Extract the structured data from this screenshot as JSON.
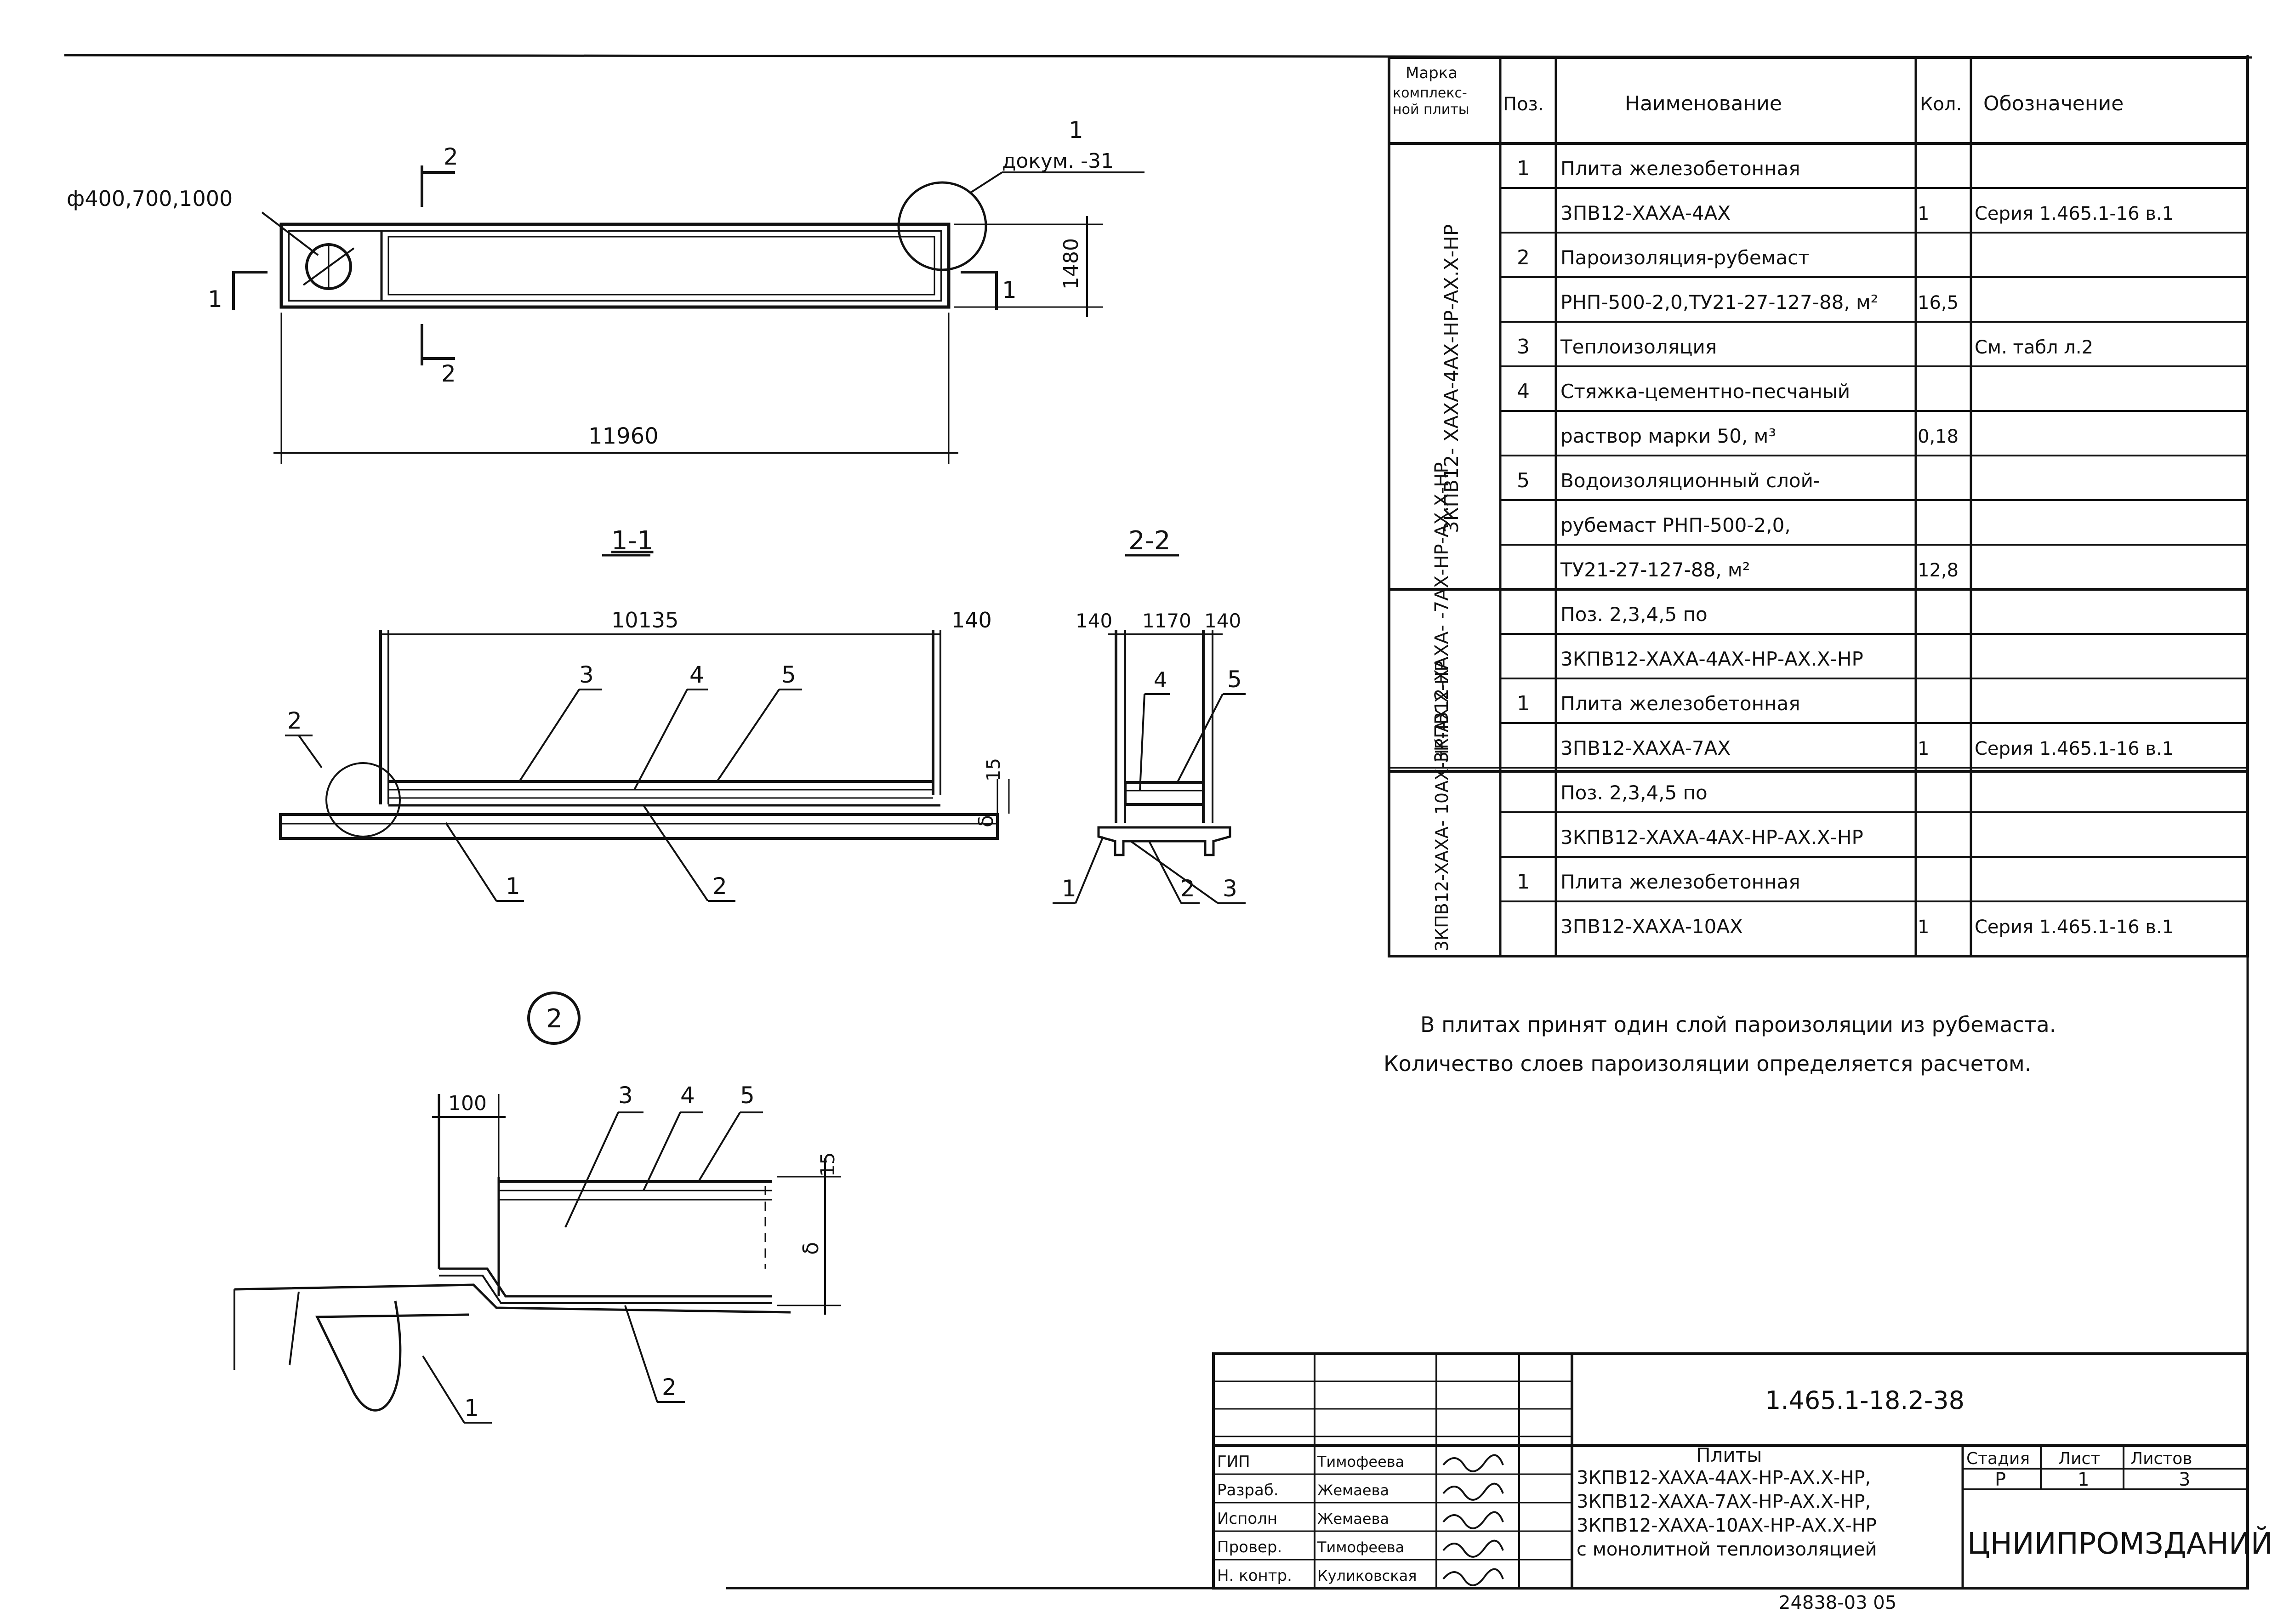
{
  "drawing": {
    "plan": {
      "dim_length": "11960",
      "dim_width": "1480",
      "hole_label": "ф400,700,1000",
      "section_11": "1",
      "section_22": "2",
      "callout_num": "1",
      "callout_ref": "докум. -31"
    },
    "section_1_1": {
      "title": "1-1",
      "dim_inner": "10135",
      "dim_edge": "140",
      "dim_15": "15",
      "delta": "δ",
      "pos": [
        "1",
        "2",
        "3",
        "4",
        "5"
      ],
      "detail_ref": "2"
    },
    "section_2_2": {
      "title": "2-2",
      "dim_left": "140",
      "dim_mid": "1170",
      "dim_right": "140",
      "pos": [
        "1",
        "2",
        "3",
        "4",
        "5"
      ]
    },
    "detail_2": {
      "mark": "2",
      "dim_100": "100",
      "dim_15": "15",
      "delta": "δ",
      "pos": [
        "1",
        "2",
        "3",
        "4",
        "5"
      ]
    }
  },
  "spec_table": {
    "headers": [
      "Марка комплекс-ной плиты",
      "Поз.",
      "Наименование",
      "Кол.",
      "Обозначение"
    ],
    "groups": [
      {
        "mark": "3КПВ12- ХАХА-4АХ-НР-АХ.Х-НР"
      },
      {
        "mark": "3КПВ12-ХАХА- -7АХ-НР-АХ.Х-НР"
      },
      {
        "mark": "3КПВ12-ХАХА- 10АХ-НР-АХ.Х-НР"
      }
    ],
    "rows": [
      {
        "pos": "1",
        "name": "Плита железобетонная",
        "qty": "",
        "code": ""
      },
      {
        "pos": "",
        "name": "3ПВ12-ХАХА-4АХ",
        "qty": "1",
        "code": "Серия 1.465.1-16 в.1"
      },
      {
        "pos": "2",
        "name": "Пароизоляция-рубемаст",
        "qty": "",
        "code": ""
      },
      {
        "pos": "",
        "name": "РНП-500-2,0,ТУ21-27-127-88, м²",
        "qty": "16,5",
        "code": ""
      },
      {
        "pos": "3",
        "name": "Теплоизоляция",
        "qty": "",
        "code": "См. табл л.2"
      },
      {
        "pos": "4",
        "name": "Стяжка-цементно-песчаный",
        "qty": "",
        "code": ""
      },
      {
        "pos": "",
        "name": "раствор марки 50,          м³",
        "qty": "0,18",
        "code": ""
      },
      {
        "pos": "5",
        "name": "Водоизоляционный слой-",
        "qty": "",
        "code": ""
      },
      {
        "pos": "",
        "name": "рубемаст РНП-500-2,0,",
        "qty": "",
        "code": ""
      },
      {
        "pos": "",
        "name": "ТУ21-27-127-88,          м²",
        "qty": "12,8",
        "code": ""
      },
      {
        "pos": "",
        "name": "Поз. 2,3,4,5 по",
        "qty": "",
        "code": ""
      },
      {
        "pos": "",
        "name": "3КПВ12-ХАХА-4АХ-НР-АХ.Х-НР",
        "qty": "",
        "code": ""
      },
      {
        "pos": "1",
        "name": "Плита железобетонная",
        "qty": "",
        "code": ""
      },
      {
        "pos": "",
        "name": "3ПВ12-ХАХА-7АХ",
        "qty": "1",
        "code": "Серия 1.465.1-16 в.1"
      },
      {
        "pos": "",
        "name": "Поз. 2,3,4,5 по",
        "qty": "",
        "code": ""
      },
      {
        "pos": "",
        "name": "3КПВ12-ХАХА-4АХ-НР-АХ.Х-НР",
        "qty": "",
        "code": ""
      },
      {
        "pos": "1",
        "name": "Плита железобетонная",
        "qty": "",
        "code": ""
      },
      {
        "pos": "",
        "name": "3ПВ12-ХАХА-10АХ",
        "qty": "1",
        "code": "Серия 1.465.1-16 в.1"
      }
    ]
  },
  "notes": {
    "line1": "В плитах принят один слой пароизоляции из рубемаста.",
    "line2": "Количество слоев пароизоляции определяется расчетом."
  },
  "title_block": {
    "doc_code": "1.465.1-18.2-38",
    "title_lines": [
      "Плиты",
      "3КПВ12-ХАХА-4АХ-НР-АХ.Х-НР,",
      "3КПВ12-ХАХА-7АХ-НР-АХ.Х-НР,",
      "3КПВ12-ХАХА-10АХ-НР-АХ.Х-НР",
      "с монолитной теплоизоляцией"
    ],
    "stage_header": "Стадия",
    "sheet_header": "Лист",
    "sheets_header": "Листов",
    "stage": "Р",
    "sheet": "1",
    "sheets": "3",
    "org": "ЦНИИПРОМЗДАНИЙ",
    "staff": [
      {
        "role": "ГИП",
        "name": "Тимофеева"
      },
      {
        "role": "Разраб.",
        "name": "Жемаева"
      },
      {
        "role": "Исполн",
        "name": "Жемаева"
      },
      {
        "role": "Провер.",
        "name": "Тимофеева"
      },
      {
        "role": "Н. контр.",
        "name": "Куликовская"
      }
    ],
    "bottom_code": "24838-03  05"
  }
}
